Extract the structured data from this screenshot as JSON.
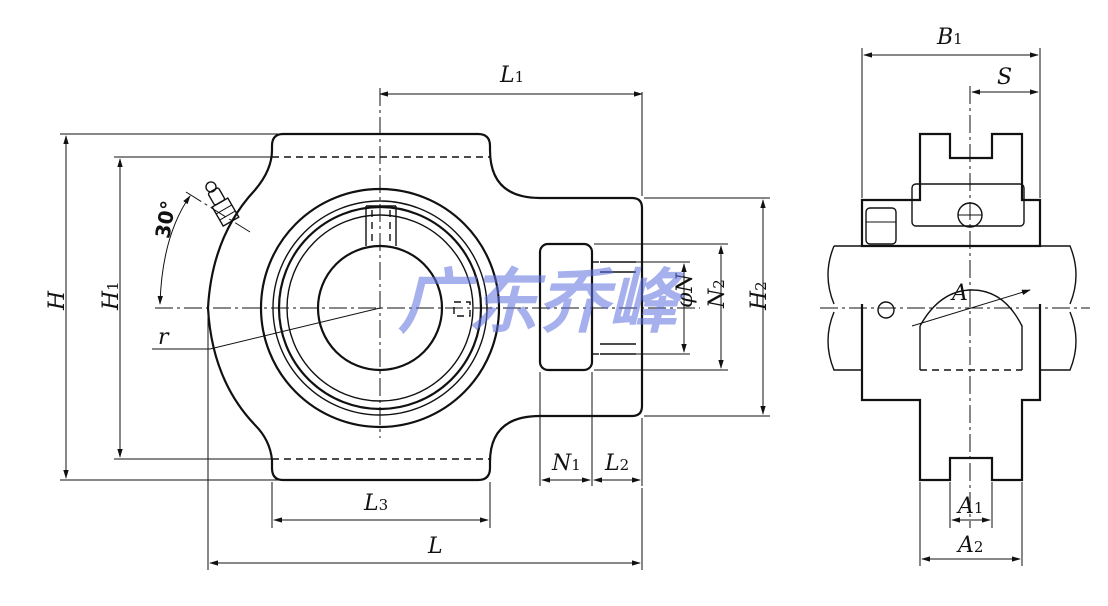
{
  "watermark": "广东乔峰",
  "labels": {
    "L1": {
      "main": "L",
      "sub": "1"
    },
    "B1": {
      "main": "B",
      "sub": "1"
    },
    "S": "S",
    "H": "H",
    "H1": {
      "main": "H",
      "sub": "1"
    },
    "H2": {
      "main": "H",
      "sub": "2"
    },
    "N": "φN",
    "N2": {
      "main": "N",
      "sub": "2"
    },
    "N1": {
      "main": "N",
      "sub": "1"
    },
    "L2": {
      "main": "L",
      "sub": "2"
    },
    "L3": {
      "main": "L",
      "sub": "3"
    },
    "L": "L",
    "r": "r",
    "angle": "30°",
    "A": "A",
    "A1": {
      "main": "A",
      "sub": "1"
    },
    "A2": {
      "main": "A",
      "sub": "2"
    }
  }
}
